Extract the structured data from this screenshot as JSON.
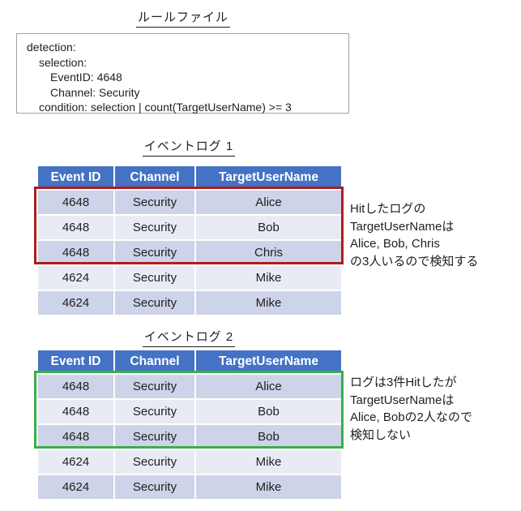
{
  "rule_file": {
    "title": "ルールファイル",
    "lines": [
      {
        "indent": 0,
        "text": "detection:"
      },
      {
        "indent": 1,
        "text": "selection:"
      },
      {
        "indent": 2,
        "text": "EventID: 4648"
      },
      {
        "indent": 2,
        "text": "Channel: Security"
      },
      {
        "indent": 1,
        "text": "condition: selection | count(TargetUserName) >= 3"
      }
    ]
  },
  "tables": [
    {
      "title": "イベントログ 1",
      "headers": [
        "Event ID",
        "Channel",
        "TargetUserName"
      ],
      "rows": [
        [
          "4648",
          "Security",
          "Alice"
        ],
        [
          "4648",
          "Security",
          "Bob"
        ],
        [
          "4648",
          "Security",
          "Chris"
        ],
        [
          "4624",
          "Security",
          "Mike"
        ],
        [
          "4624",
          "Security",
          "Mike"
        ]
      ],
      "highlighted_rows": [
        0,
        1,
        2
      ],
      "highlight_color": "#b01c1c",
      "annotation": "Hitしたログの\nTargetUserNameは\nAlice, Bob, Chris\nの3人いるので検知する"
    },
    {
      "title": "イベントログ 2",
      "headers": [
        "Event ID",
        "Channel",
        "TargetUserName"
      ],
      "rows": [
        [
          "4648",
          "Security",
          "Alice"
        ],
        [
          "4648",
          "Security",
          "Bob"
        ],
        [
          "4648",
          "Security",
          "Bob"
        ],
        [
          "4624",
          "Security",
          "Mike"
        ],
        [
          "4624",
          "Security",
          "Mike"
        ]
      ],
      "highlighted_rows": [
        0,
        1,
        2
      ],
      "highlight_color": "#3bae49",
      "annotation": "ログは3件Hitしたが\nTargetUserNameは\nAlice, Bobの2人なので\n検知しない"
    }
  ],
  "colors": {
    "header_bg": "#4472c4",
    "header_text": "#ffffff",
    "row_dark": "#cdd3e8",
    "row_light": "#e9ebf4",
    "hit_border_red": "#b01c1c",
    "hit_border_green": "#3bae49",
    "box_border_gray": "#a3a3a3"
  }
}
